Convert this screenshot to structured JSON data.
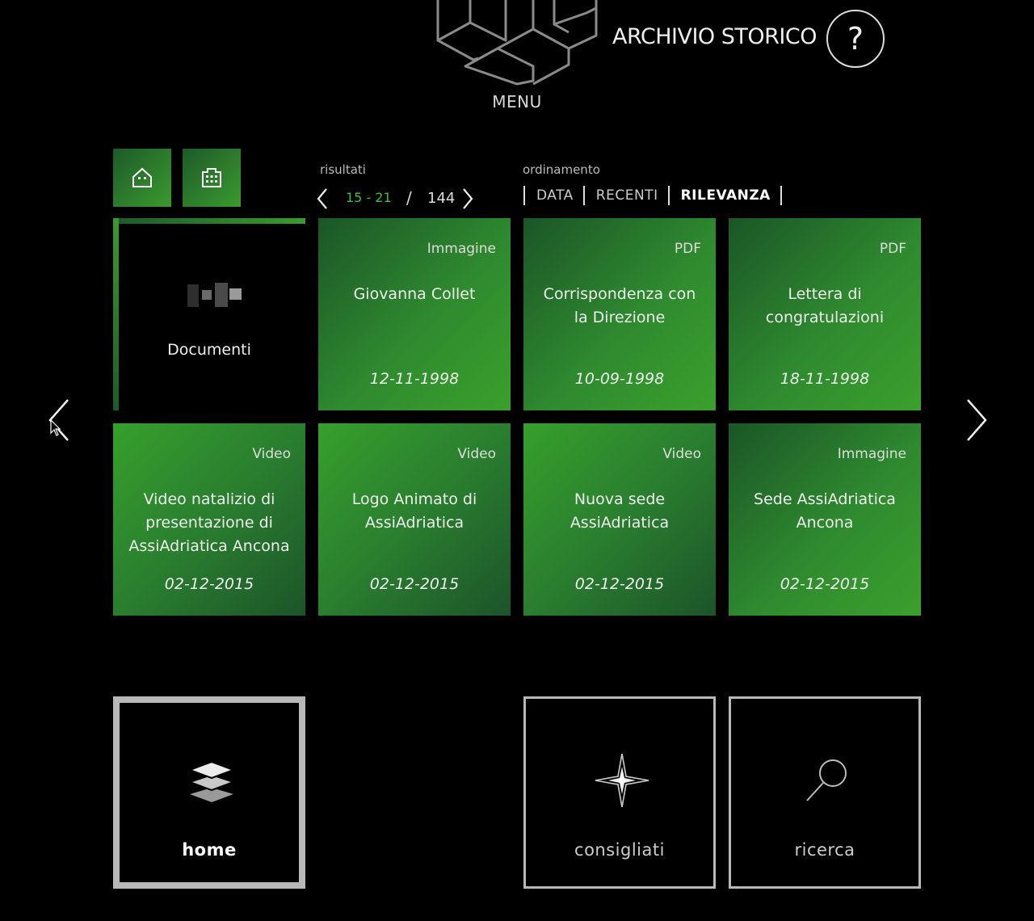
{
  "header": {
    "menu_label": "MENU",
    "title": "ARCHIVIO STORICO",
    "help_label": "?"
  },
  "results": {
    "label": "risultati",
    "range": "15 - 21",
    "separator": "/",
    "total": "144"
  },
  "ordering": {
    "label": "ordinamento",
    "options": [
      {
        "label": "DATA",
        "active": false
      },
      {
        "label": "RECENTI",
        "active": false
      },
      {
        "label": "RILEVANZA",
        "active": true
      }
    ]
  },
  "category": {
    "label": "Documenti"
  },
  "items": [
    {
      "type": "Immagine",
      "title": "Giovanna Collet",
      "date": "12-11-1998"
    },
    {
      "type": "PDF",
      "title": "Corrispondenza con la Direzione",
      "date": "10-09-1998"
    },
    {
      "type": "PDF",
      "title": "Lettera di congratulazioni",
      "date": "18-11-1998"
    },
    {
      "type": "Video",
      "title": "Video natalizio di presentazione di AssiAdriatica Ancona",
      "date": "02-12-2015"
    },
    {
      "type": "Video",
      "title": "Logo Animato di AssiAdriatica",
      "date": "02-12-2015"
    },
    {
      "type": "Video",
      "title": "Nuova sede AssiAdriatica",
      "date": "02-12-2015"
    },
    {
      "type": "Immagine",
      "title": "Sede AssiAdriatica Ancona",
      "date": "02-12-2015"
    }
  ],
  "tiles": {
    "home": "home",
    "recommended": "consigliati",
    "search": "ricerca"
  },
  "colors": {
    "accent_green": "#3fbf3f",
    "card_dark": "#1b5527",
    "card_light": "#3aa02c",
    "tile_border": "#b8b8b8"
  }
}
